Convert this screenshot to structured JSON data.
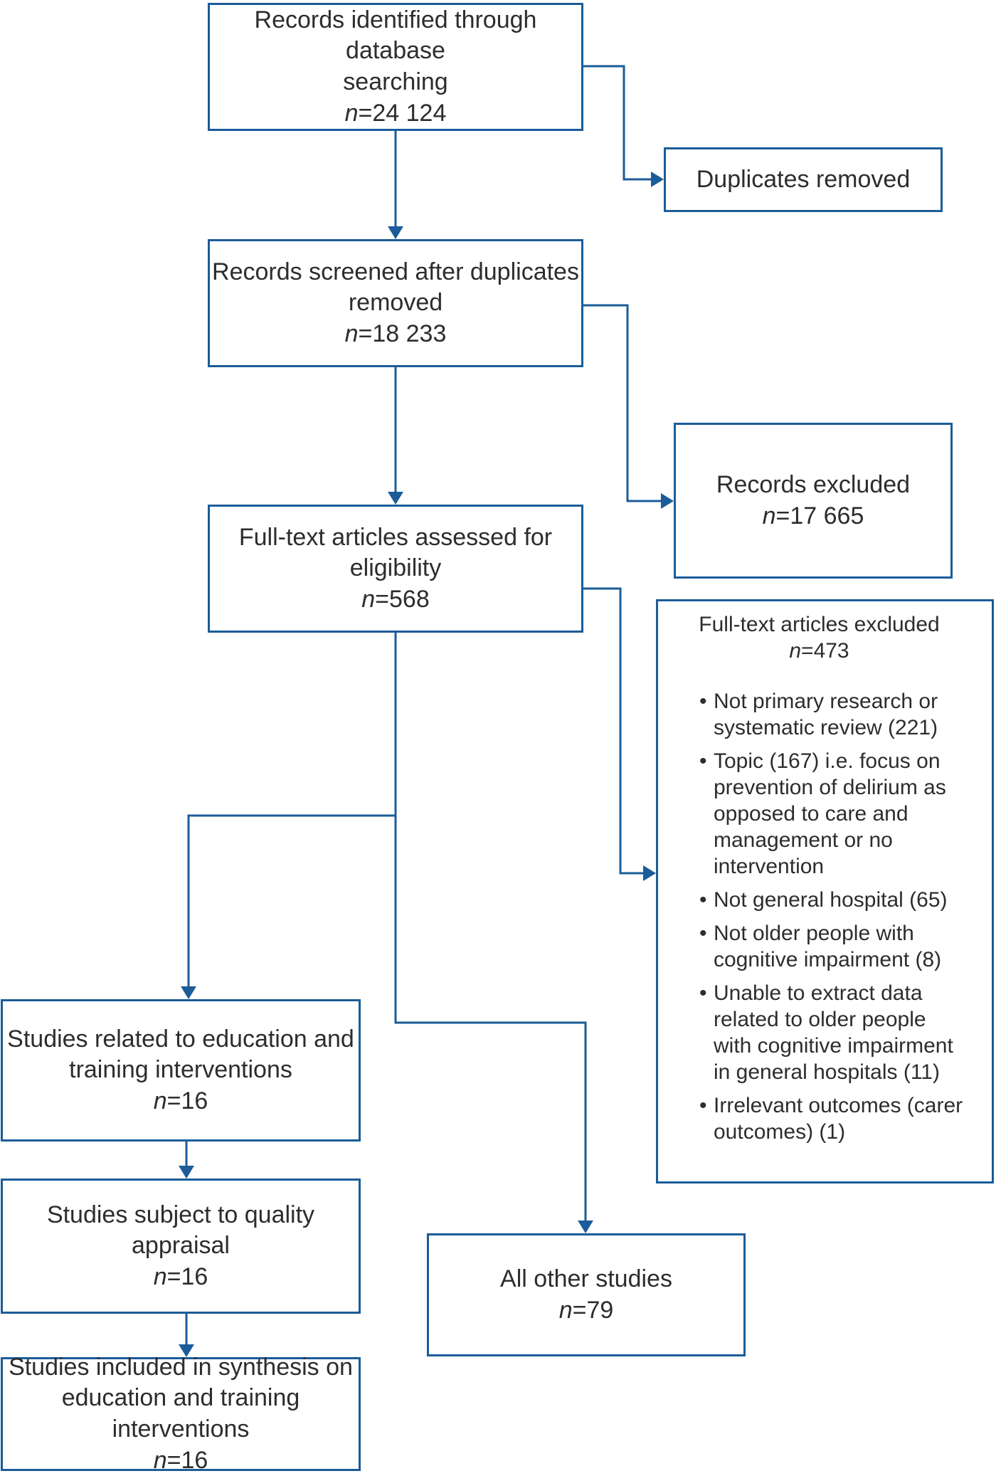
{
  "diagram_title": "PRISMA-style study selection flow diagram",
  "accent_color": "#1b5c99",
  "text_color": "#2d2d2d",
  "boxes": {
    "identified": {
      "lines": [
        "Records identified through database",
        "searching"
      ],
      "n_italic": "n",
      "n_rest": "=24 124"
    },
    "duplicates": {
      "lines": [
        "Duplicates removed"
      ]
    },
    "screened": {
      "lines": [
        "Records screened after duplicates",
        "removed"
      ],
      "n_italic": "n",
      "n_rest": "=18 233"
    },
    "records_excluded": {
      "lines": [
        "Records excluded"
      ],
      "n_italic": "n",
      "n_rest": "=17 665"
    },
    "fulltext_assessed": {
      "lines": [
        "Full-text articles assessed for",
        "eligibility"
      ],
      "n_italic": "n",
      "n_rest": "=568"
    },
    "fulltext_excluded": {
      "title": "Full-text articles excluded",
      "n_italic": "n",
      "n_rest": "=473",
      "bullet": "•",
      "items": [
        "Not primary research or systematic review (221)",
        "Topic (167) i.e. focus on prevention of delirium as opposed to care and management or no intervention",
        "Not general hospital (65)",
        "Not older people with cognitive impairment (8)",
        "Unable to extract data related to older people with cognitive impairment in general hospitals (11)",
        "Irrelevant outcomes (carer outcomes) (1)"
      ]
    },
    "education": {
      "lines": [
        "Studies related to education and",
        "training interventions"
      ],
      "n_italic": "n",
      "n_rest": "=16"
    },
    "quality": {
      "lines": [
        "Studies subject to quality appraisal"
      ],
      "n_italic": "n",
      "n_rest": "=16"
    },
    "synthesis": {
      "lines": [
        "Studies included in synthesis on",
        "education and training interventions"
      ],
      "n_italic": "n",
      "n_rest": "=16"
    },
    "all_other": {
      "lines": [
        "All other studies"
      ],
      "n_italic": "n",
      "n_rest": "=79"
    }
  }
}
